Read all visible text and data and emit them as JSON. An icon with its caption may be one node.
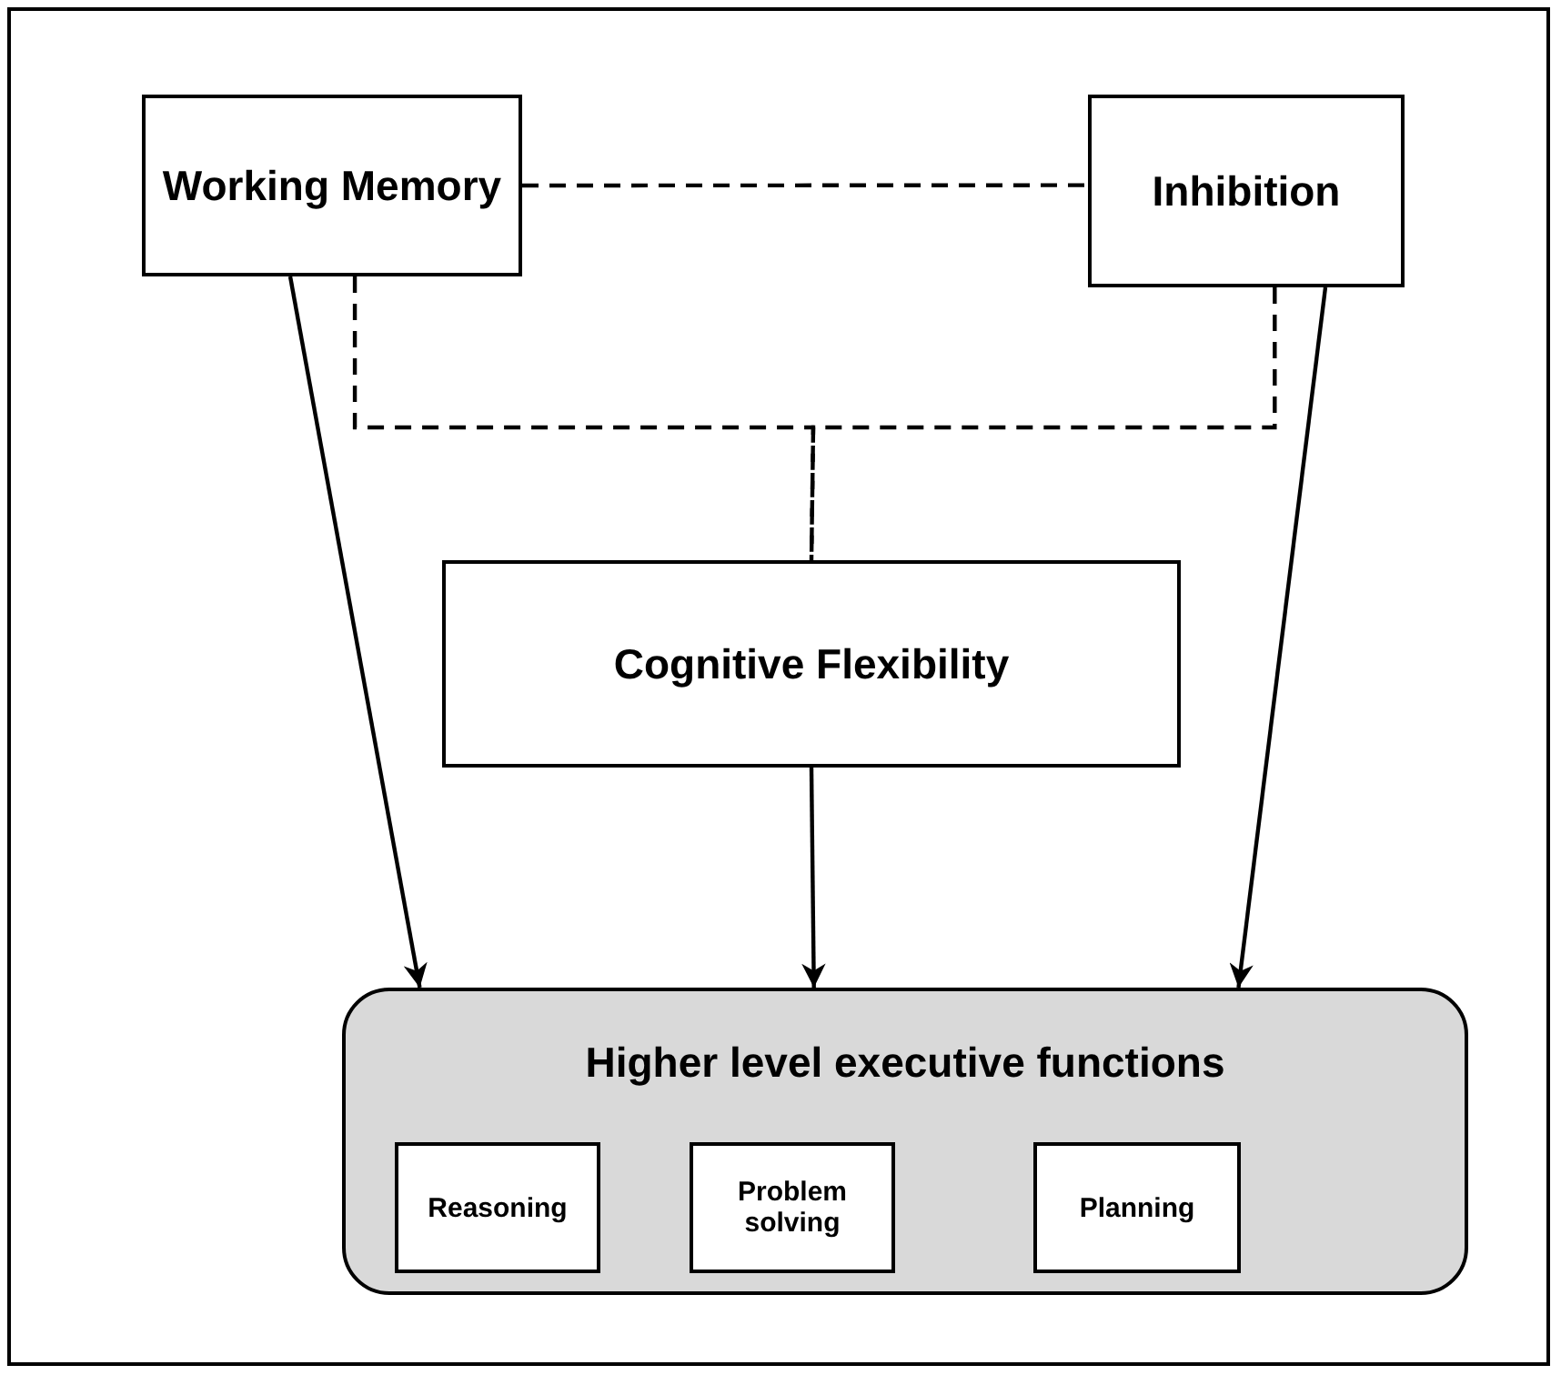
{
  "diagram": {
    "nodes": [
      {
        "text": [
          "Working Memory"
        ]
      },
      {
        "text": [
          "Inhibition"
        ]
      },
      {
        "text": [
          "Cognitive Flexibility"
        ]
      },
      {
        "text": [
          "Higher level executive functions"
        ]
      },
      {
        "text": [
          "Reasoning"
        ],
        "in": 3
      },
      {
        "text": [
          "Problem solving"
        ],
        "in": 3
      },
      {
        "text": [
          "Planning"
        ],
        "in": 3
      }
    ],
    "edges": [
      {
        "from": 0,
        "to": 1,
        "arrow": "none",
        "style": "dashed"
      },
      {
        "from": 0,
        "to": 2,
        "arrow": "none",
        "style": "dashed"
      },
      {
        "from": 1,
        "to": 2,
        "arrow": "none",
        "style": "dashed"
      },
      {
        "from": 0,
        "to": 3,
        "arrow": "to"
      },
      {
        "from": 2,
        "to": 3,
        "arrow": "to"
      },
      {
        "from": 1,
        "to": 3,
        "arrow": "to"
      }
    ]
  }
}
